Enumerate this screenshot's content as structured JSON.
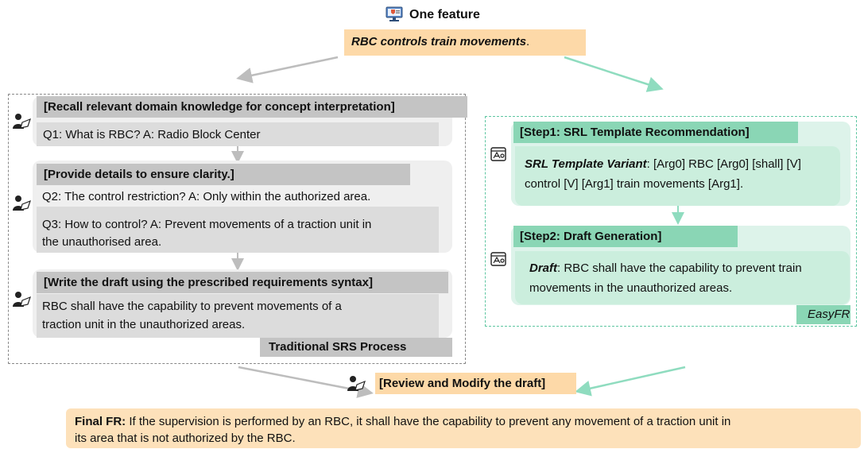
{
  "feature": {
    "title": "One feature",
    "text_main": "RBC controls train movements",
    "text_tail": "."
  },
  "traditional": {
    "label": "Traditional SRS Process",
    "step1": {
      "title": "[Recall relevant domain knowledge for concept interpretation]",
      "q1": "Q1: What is RBC? A: Radio Block Center"
    },
    "step2": {
      "title": "[Provide details to ensure clarity.]",
      "q2": "Q2: The control restriction? A: Only within the authorized area.",
      "q3_line1": "Q3: How to control? A: Prevent movements of a traction unit in",
      "q3_line2": "the unauthorised area."
    },
    "step3": {
      "title": "[Write the draft using the prescribed requirements syntax]",
      "line1": "RBC shall have the capability to prevent movements of a",
      "line2": "traction unit in the unauthorized areas."
    }
  },
  "easyfr": {
    "label": "EasyFR",
    "step1": {
      "title": "[Step1:  SRL Template Recommendation]",
      "label": "SRL Template Variant",
      "line1_rest": ": [Arg0] RBC [Arg0] [shall] [V]",
      "line2": "control [V] [Arg1] train movements [Arg1]."
    },
    "step2": {
      "title": "[Step2:  Draft Generation]",
      "label": "Draft",
      "line1_rest": ": RBC shall have the capability to prevent train",
      "line2": "movements in the unauthorized areas."
    }
  },
  "review": {
    "title": "[Review and Modify the draft]"
  },
  "final": {
    "label": "Final FR:",
    "line1_rest": " If the supervision is performed by an RBC, it shall have the capability to prevent any movement of a traction unit in",
    "line2": "its area that is not authorized by the RBC."
  },
  "colors": {
    "orange": "#fdd9a8",
    "green_accent": "#8ad6b5",
    "green_arrow": "#8fdcbf",
    "grey_arrow": "#bdbdbd"
  }
}
